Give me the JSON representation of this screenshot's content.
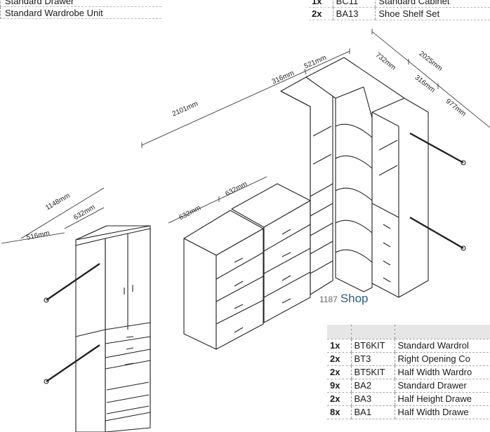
{
  "top_left_list": [
    {
      "name": "Standard Drawer"
    },
    {
      "name": "Standard Wardrobe Unit"
    }
  ],
  "top_right_table": [
    {
      "qty": "1x",
      "code": "BC11",
      "name": "Standard Cabinet"
    },
    {
      "qty": "2x",
      "code": "BA13",
      "name": "Shoe Shelf Set"
    }
  ],
  "dimensions": {
    "overall_back": "2101mm",
    "overall_right": "2025mm",
    "corner_depth_back": "316mm",
    "corner_width_back": "521mm",
    "corner_depth_right_a": "732mm",
    "corner_depth_right_b": "316mm",
    "right_run": "977mm",
    "drawer_left": "632mm",
    "drawer_right": "632mm",
    "wardrobe_total": "1148mm",
    "wardrobe_left": "516mm",
    "wardrobe_right": "632mm"
  },
  "section": {
    "number": "1187",
    "title": "Shop"
  },
  "parts_table": {
    "rows": [
      {
        "qty": "1x",
        "code": "BT6KIT",
        "name": "Standard Wardrol"
      },
      {
        "qty": "2x",
        "code": "BT3",
        "name": "Right Opening Co"
      },
      {
        "qty": "2x",
        "code": "BT5KIT",
        "name": "Half Width Wardro"
      },
      {
        "qty": "9x",
        "code": "BA2",
        "name": "Standard Drawer"
      },
      {
        "qty": "2x",
        "code": "BA3",
        "name": "Half Height Drawe"
      },
      {
        "qty": "8x",
        "code": "BA1",
        "name": "Half Width Drawe"
      }
    ]
  }
}
